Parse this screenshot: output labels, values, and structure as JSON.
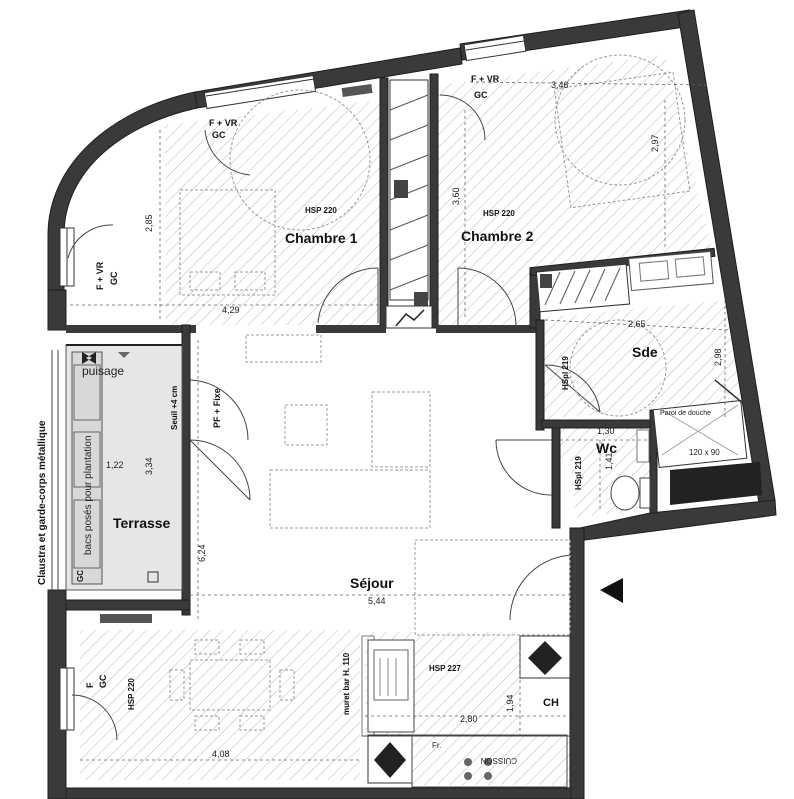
{
  "rooms": {
    "chambre1": "Chambre 1",
    "chambre2": "Chambre 2",
    "sde": "Sde",
    "wc": "Wc",
    "terrasse": "Terrasse",
    "sejour": "Séjour"
  },
  "heights": {
    "chambre1": "HSP 220",
    "chambre2": "HSP 220",
    "sde": "HSpl 219",
    "wc": "HSpl 219",
    "dining": "HSP 220",
    "kitchen": "HSP 227"
  },
  "dimensions": {
    "ch1_width": "4,29",
    "ch1_height": "2,85",
    "ch2_width": "3,46",
    "ch2_height": "2,97",
    "corridor": "3,60",
    "sde_width": "2,65",
    "sde_height": "2,98",
    "wc_width": "1,30",
    "wc_height": "1,41",
    "terrasse_width": "1,22",
    "terrasse_height": "3,34",
    "sejour_height": "6,24",
    "sejour_width": "5,44",
    "dining_width": "4,08",
    "kitchen_width": "2,80",
    "kitchen_height": "1,94"
  },
  "codes": {
    "fvr_ch1": "F + VR",
    "gc_ch1": "GC",
    "fvr_ch2": "F + VR",
    "gc_ch2": "GC",
    "fvr_left": "F + VR",
    "gc_left": "GC",
    "pf_fixe": "PF + Fixe",
    "seuil": "Seuil +4 cm",
    "f_dining": "F",
    "gc_dining": "GC",
    "gc_terrasse": "GC",
    "ch": "CH",
    "fr": "Fr."
  },
  "labels": {
    "puisage": "puisage",
    "bacs": "bacs posés pour plantation",
    "claustra": "Claustra et garde-corps métallique",
    "paroi": "Paroi de douche",
    "shower": "120 x 90",
    "muret": "muret bar H. 110",
    "cuisson": "CUISSON"
  }
}
